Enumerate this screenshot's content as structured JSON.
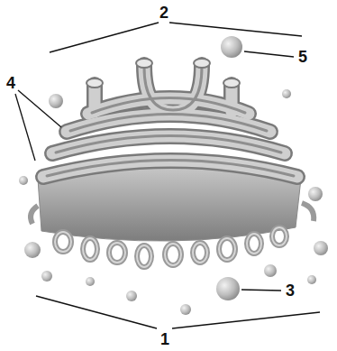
{
  "diagram": {
    "labels": [
      "2",
      "5",
      "4",
      "3",
      "1"
    ]
  }
}
